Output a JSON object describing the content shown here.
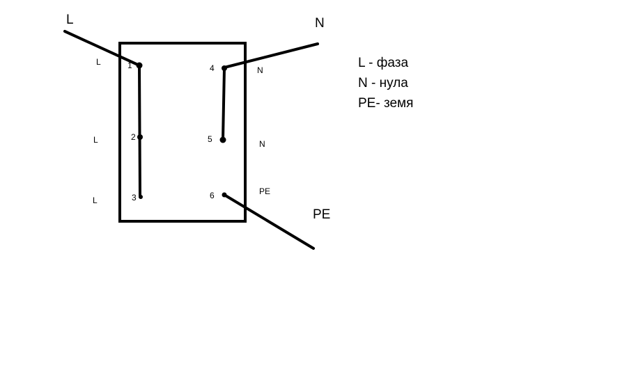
{
  "wires": {
    "phase_label": "L",
    "neutral_label": "N",
    "ground_label": "PE"
  },
  "terminals": [
    {
      "number": "1",
      "side_label": "L"
    },
    {
      "number": "2",
      "side_label": "L"
    },
    {
      "number": "3",
      "side_label": "L"
    },
    {
      "number": "4",
      "side_label": "N"
    },
    {
      "number": "5",
      "side_label": "N"
    },
    {
      "number": "6",
      "side_label": "PE"
    }
  ],
  "legend": [
    "L - фаза",
    "N - нула",
    "PE- земя"
  ],
  "colors": {
    "ink": "#000000",
    "background": "#ffffff"
  }
}
